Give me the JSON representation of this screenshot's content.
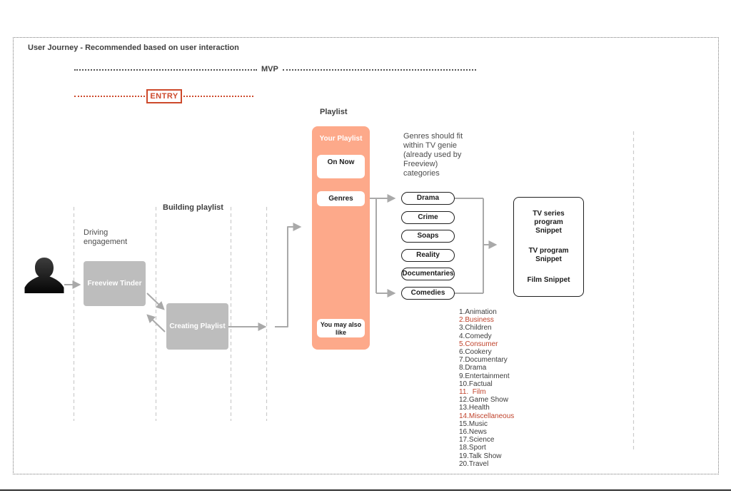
{
  "colors": {
    "accent_orange": "#fda98a",
    "highlight_red": "#c0432c",
    "entry_red": "#cd4a2c",
    "box_gray": "#bdbdbd",
    "arrow_gray": "#a9a9a9"
  },
  "header": {
    "title": "User Journey - Recommended based on user interaction",
    "mvp_label": "MVP",
    "entry_label": "ENTRY"
  },
  "journey": {
    "driving_engagement_label": "Driving engagement",
    "building_playlist_label": "Building playlist",
    "freeview_tinder_label": "Freeview Tinder",
    "creating_playlist_label": "Creating Playlist",
    "user_icon": "person-silhouette-icon"
  },
  "playlist": {
    "heading": "Playlist",
    "panel_title": "Your Playlist",
    "on_now_label": "On Now",
    "genres_label": "Genres",
    "you_may_also_like_label": "You may also like"
  },
  "genres": {
    "note": "Genres should fit within TV genie (already used by Freeview) categories",
    "buttons": [
      "Drama",
      "Crime",
      "Soaps",
      "Reality",
      "Documentaries",
      "Comedies"
    ]
  },
  "snippets": {
    "items": [
      "TV series program Snippet",
      "TV program Snippet",
      "Film Snippet"
    ]
  },
  "genre_list": {
    "items": [
      {
        "label": "1.Animation",
        "highlight": false
      },
      {
        "label": "2.Business",
        "highlight": true
      },
      {
        "label": "3.Children",
        "highlight": false
      },
      {
        "label": "4.Comedy",
        "highlight": false
      },
      {
        "label": "5.Consumer",
        "highlight": true
      },
      {
        "label": "6.Cookery",
        "highlight": false
      },
      {
        "label": "7.Documentary",
        "highlight": false
      },
      {
        "label": "8.Drama",
        "highlight": false
      },
      {
        "label": "9.Entertainment",
        "highlight": false
      },
      {
        "label": "10.Factual",
        "highlight": false
      },
      {
        "label": "11.  Film",
        "highlight": true
      },
      {
        "label": "12.Game Show",
        "highlight": false
      },
      {
        "label": "13.Health",
        "highlight": false
      },
      {
        "label": "14.Miscellaneous",
        "highlight": true
      },
      {
        "label": "15.Music",
        "highlight": false
      },
      {
        "label": "16.News",
        "highlight": false
      },
      {
        "label": "17.Science",
        "highlight": false
      },
      {
        "label": "18.Sport",
        "highlight": false
      },
      {
        "label": "19.Talk Show",
        "highlight": false
      },
      {
        "label": "20.Travel",
        "highlight": false
      }
    ]
  }
}
